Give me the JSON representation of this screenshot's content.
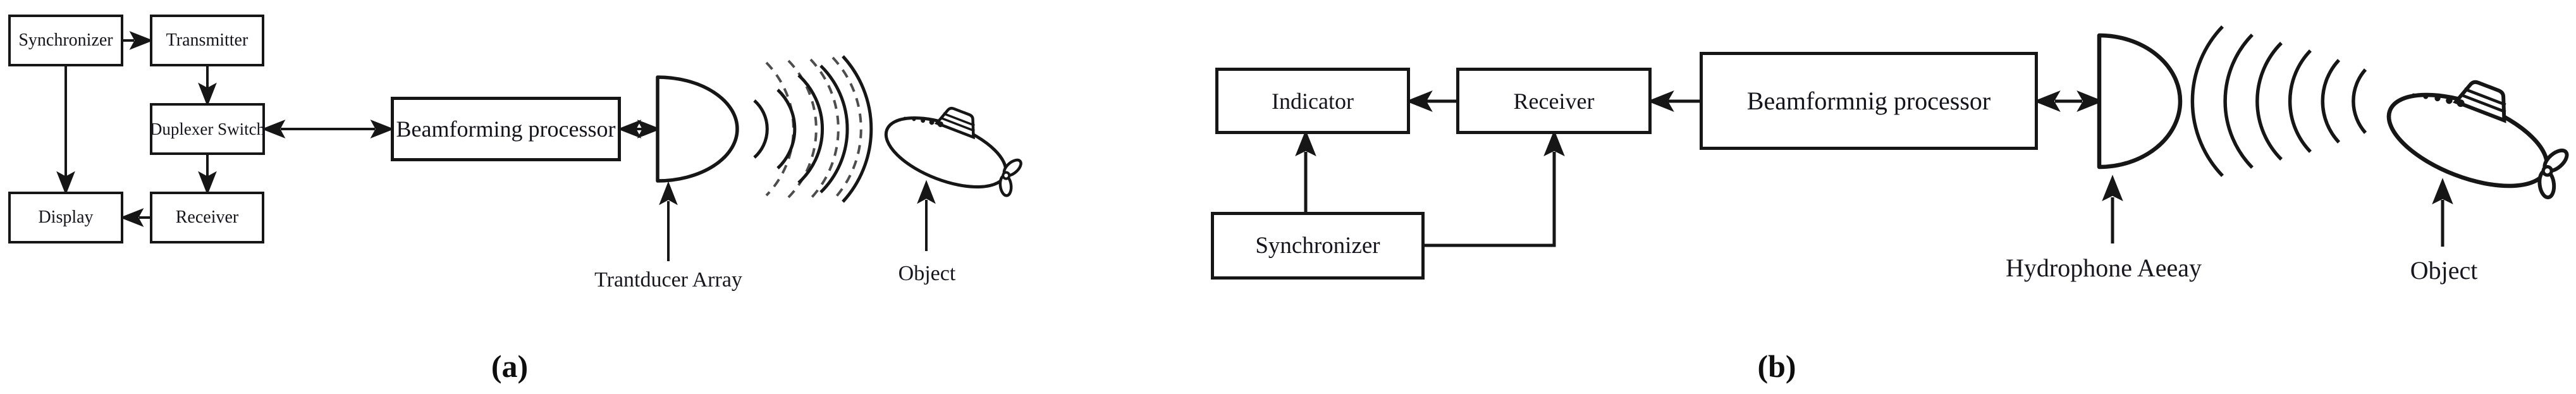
{
  "figure": {
    "colors": {
      "ink": "#161616",
      "background": "#ffffff",
      "dashed_wave": "#4d4d4d"
    },
    "diagram_a": {
      "boxes": {
        "synchronizer": "Synchronizer",
        "transmitter": "Transmitter",
        "duplexer": "Duplexer Switch",
        "display": "Display",
        "receiver": "Receiver",
        "beamforming": "Beamforming processor"
      },
      "labels": {
        "transducer": "Trantducer Array",
        "object": "Object"
      },
      "caption": "(a)"
    },
    "diagram_b": {
      "boxes": {
        "indicator": "Indicator",
        "receiver": "Receiver",
        "beamforming": "Beamformnig processor",
        "synchronizer": "Synchronizer"
      },
      "labels": {
        "hydrophone": "Hydrophone Aeeay",
        "object": "Object"
      },
      "caption": "(b)"
    }
  }
}
